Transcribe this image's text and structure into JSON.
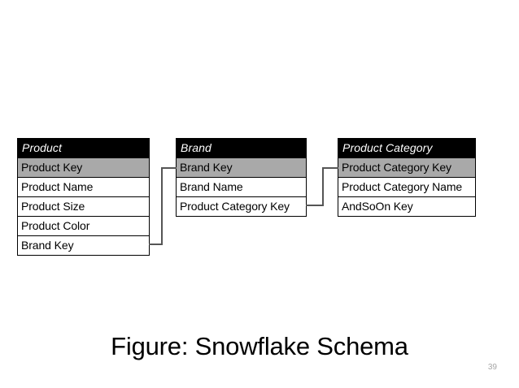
{
  "slide": {
    "caption": "Figure: Snowflake Schema",
    "page_number": "39",
    "background_color": "#ffffff"
  },
  "colors": {
    "header_bg": "#000000",
    "header_text": "#ffffff",
    "key_row_bg": "#a9a9a9",
    "row_bg": "#ffffff",
    "border": "#000000",
    "connector": "#555555",
    "page_number_text": "#a6a6a6"
  },
  "diagram": {
    "type": "snowflake-schema",
    "entities": [
      {
        "id": "product",
        "title": "Product",
        "rows": [
          {
            "label": "Product Key",
            "is_key": true
          },
          {
            "label": "Product Name",
            "is_key": false
          },
          {
            "label": "Product Size",
            "is_key": false
          },
          {
            "label": "Product Color",
            "is_key": false
          },
          {
            "label": "Brand Key",
            "is_key": false
          }
        ]
      },
      {
        "id": "brand",
        "title": "Brand",
        "rows": [
          {
            "label": "Brand Key",
            "is_key": true
          },
          {
            "label": "Brand Name",
            "is_key": false
          },
          {
            "label": "Product Category Key",
            "is_key": false
          }
        ]
      },
      {
        "id": "product-category",
        "title": "Product Category",
        "rows": [
          {
            "label": "Product Category Key",
            "is_key": true
          },
          {
            "label": "Product Category Name",
            "is_key": false
          },
          {
            "label": "AndSoOn Key",
            "is_key": false
          }
        ]
      }
    ],
    "relationships": [
      {
        "id": "product-to-brand",
        "from_entity": "Product",
        "from_field": "Brand Key",
        "to_entity": "Brand",
        "to_field": "Brand Key"
      },
      {
        "id": "brand-to-product-category",
        "from_entity": "Brand",
        "from_field": "Product Category Key",
        "to_entity": "Product Category",
        "to_field": "Product Category Key"
      }
    ]
  }
}
